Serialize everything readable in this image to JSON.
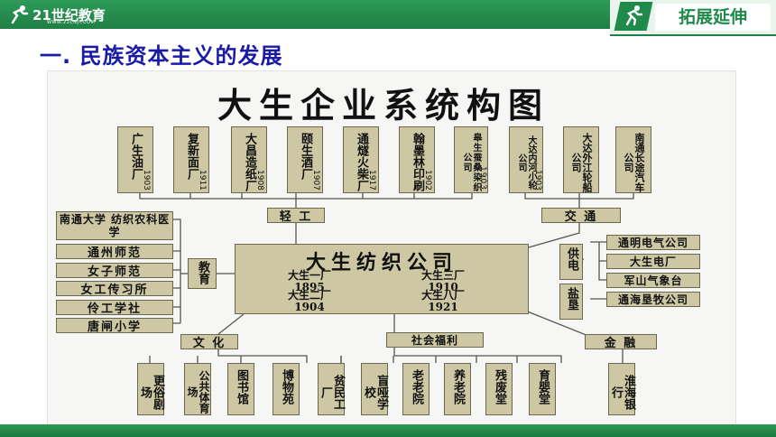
{
  "header": {
    "logo_text": "21世纪教育",
    "logo_url": "WWW.21CNJY.COM",
    "tag": "拓展延伸"
  },
  "section_title": "一. 民族资本主义的发展",
  "diagram": {
    "title": "大生企业系统构图",
    "center": {
      "name": "大生纺织公司",
      "mills": [
        "大生一厂",
        "1895",
        "大生二厂",
        "1904",
        "大生三厂",
        "1910",
        "大生八厂",
        "1921"
      ]
    },
    "light_industry": {
      "label": "轻 工",
      "items": [
        {
          "name": "广生油厂",
          "year": "1903"
        },
        {
          "name": "复新面厂",
          "year": "1911"
        },
        {
          "name": "大昌造纸厂",
          "year": "1908"
        },
        {
          "name": "颐生酒厂",
          "year": "1907"
        },
        {
          "name": "通燧火柴厂",
          "year": "1917"
        },
        {
          "name": "翰墨林印刷",
          "year": "1902"
        },
        {
          "name": "皋生蚕桑染织公司",
          "year": "1903"
        }
      ]
    },
    "transport": {
      "label": "交 通",
      "items": [
        {
          "name": "大达内河小轮公司",
          "year": "1903"
        },
        {
          "name": "大达外江轮船公司",
          "year": ""
        },
        {
          "name": "南通长途汽车公司",
          "year": ""
        }
      ]
    },
    "education": {
      "label": "教育",
      "items": [
        "南通大学 纺织农科医学",
        "通州师范",
        "女子师范",
        "女工传习所",
        "伶工学社",
        "唐闸小学"
      ]
    },
    "power": {
      "label": "供电",
      "items": [
        "通明电气公司",
        "大生电厂",
        "军山气象台"
      ]
    },
    "salt": {
      "label": "盐垦",
      "items": [
        "通海垦牧公司"
      ]
    },
    "culture": {
      "label": "文 化",
      "items": [
        "更俗剧场",
        "公共体育场",
        "图书馆",
        "博物苑"
      ]
    },
    "welfare": {
      "label": "社会福利",
      "items": [
        "贫民工厂",
        "盲哑学校",
        "老老院",
        "养老院",
        "残废堂",
        "育婴堂"
      ]
    },
    "finance": {
      "label": "金 融",
      "items": [
        "淮海银行"
      ]
    }
  }
}
